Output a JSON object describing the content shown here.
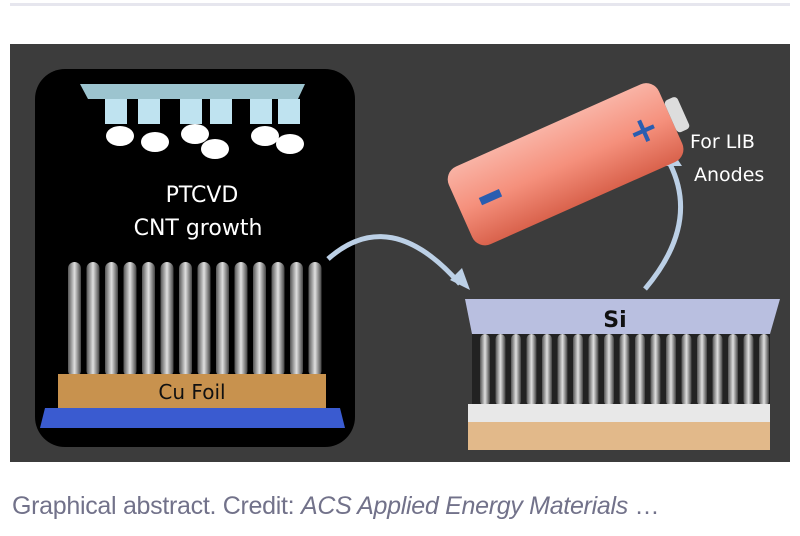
{
  "figure": {
    "labels": {
      "process_line1": "PTCVD",
      "process_line2": "CNT growth",
      "substrate": "Cu Foil",
      "coating": "Si",
      "application_line1": "For LIB",
      "application_line2": "Anodes"
    },
    "battery": {
      "positive": "+",
      "negative": "-"
    }
  },
  "caption": {
    "prefix": "Graphical abstract. Credit: ",
    "source": "ACS Applied Energy Materials",
    "ellipsis": " …"
  }
}
